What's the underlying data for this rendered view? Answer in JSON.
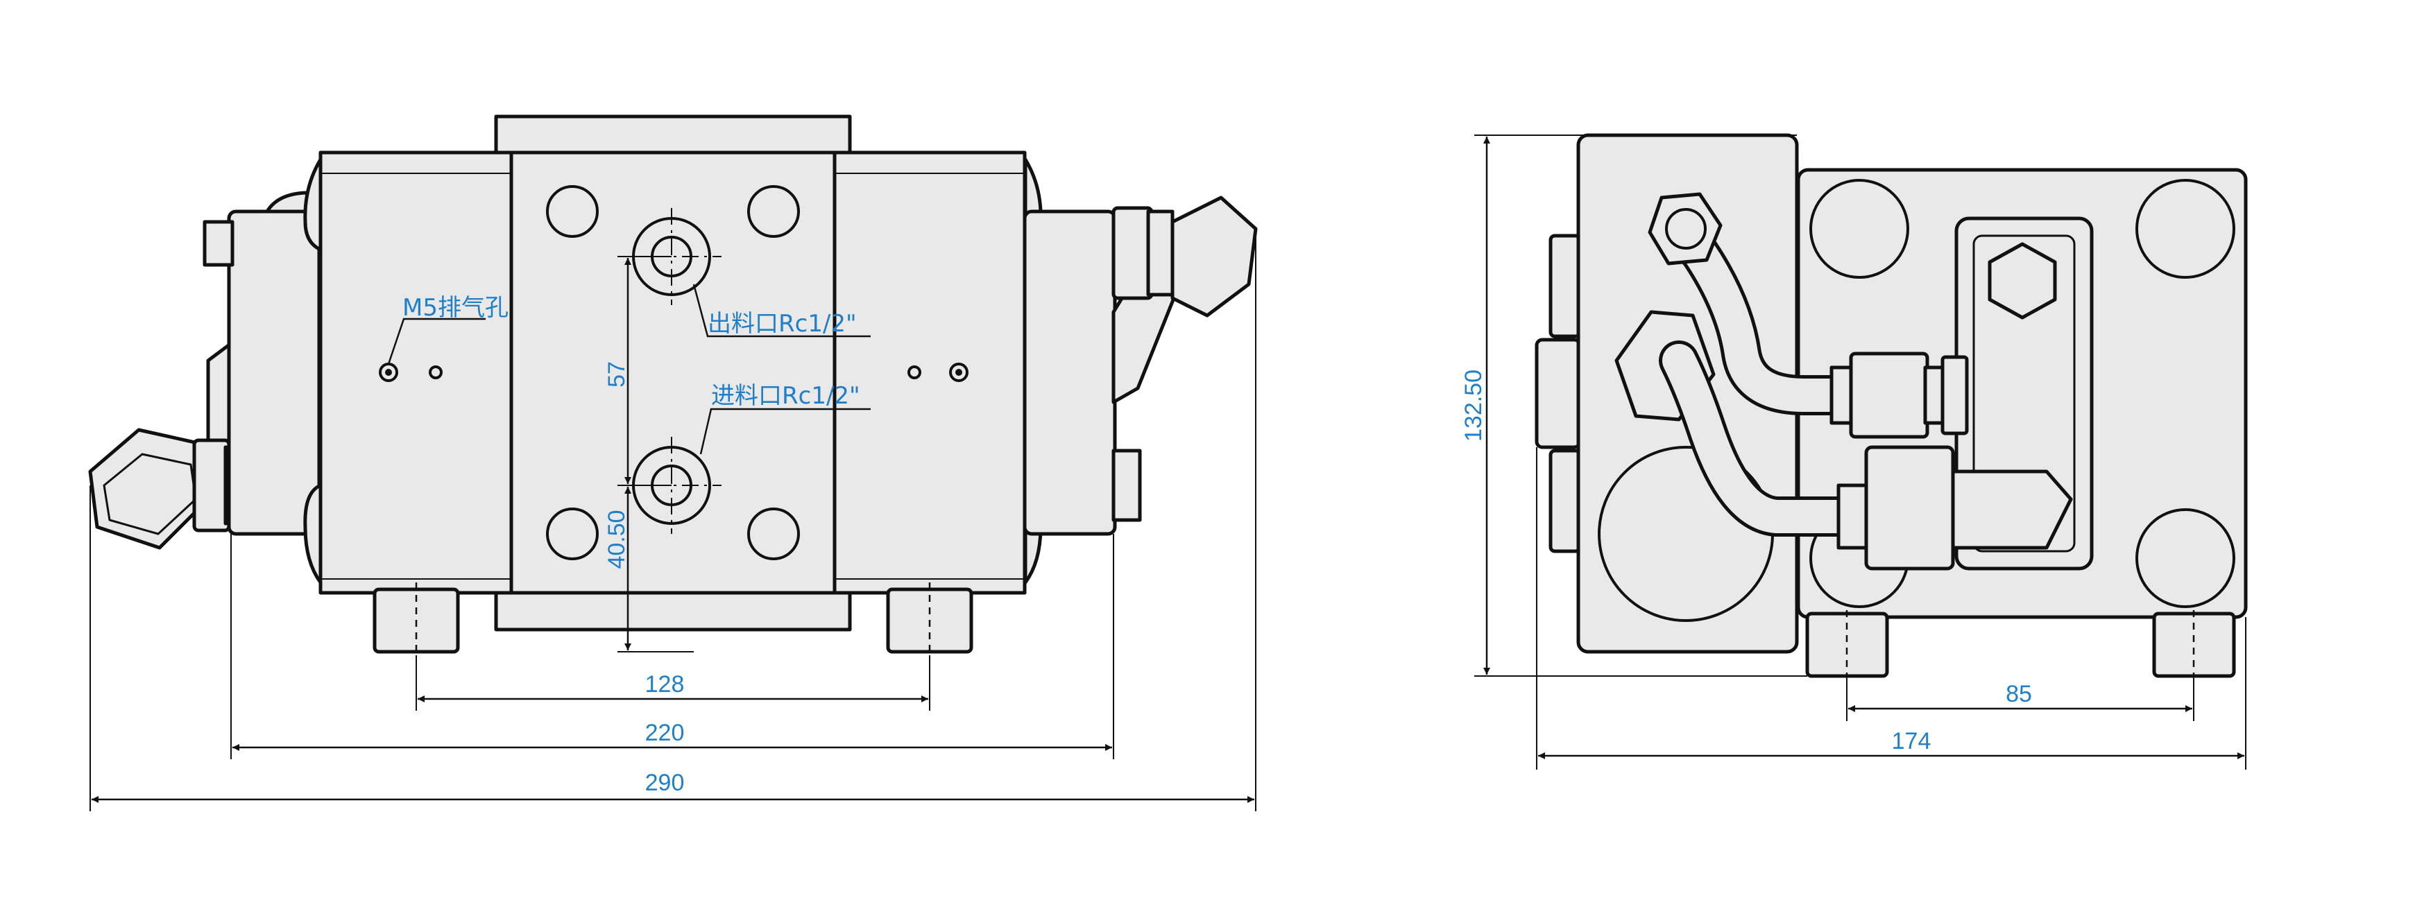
{
  "front_view": {
    "labels": {
      "vent_note": "M5排气孔",
      "outlet_note": "出料口Rc1/2\"",
      "inlet_note": "进料口Rc1/2\""
    },
    "dimensions": {
      "port_pitch": "57",
      "port_offset": "40.50",
      "foot_spacing": "128",
      "body_width": "220",
      "overall_width": "290"
    }
  },
  "side_view": {
    "dimensions": {
      "overall_height": "132.50",
      "foot_spacing": "85",
      "overall_depth": "174"
    }
  },
  "colors": {
    "dimension_text": "#1f7fc8",
    "part_fill": "#e9e9e9",
    "outline": "#111111"
  }
}
